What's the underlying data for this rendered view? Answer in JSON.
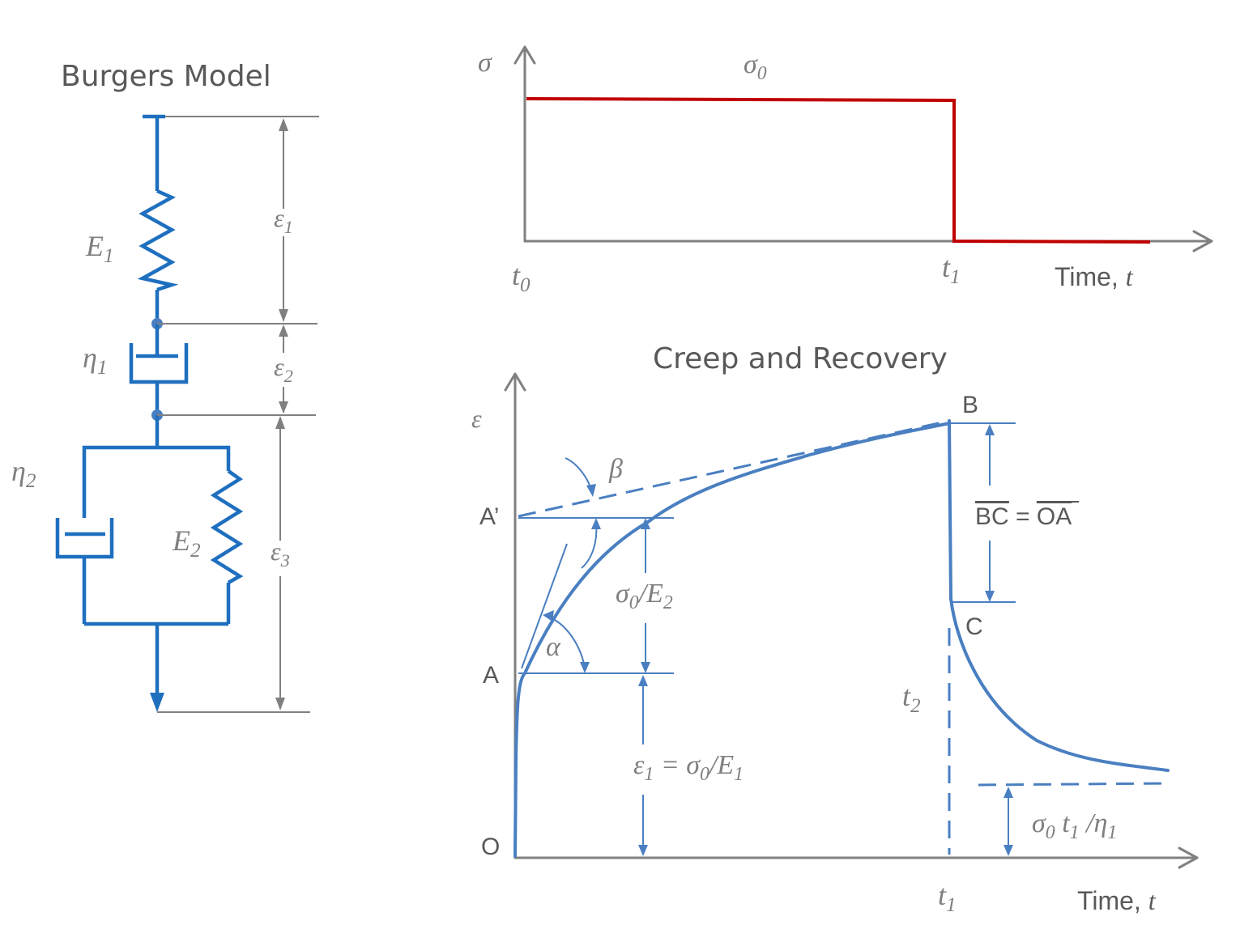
{
  "model": {
    "title": "Burgers Model",
    "E1": "E",
    "E1_sub": "1",
    "eta1": "η",
    "eta1_sub": "1",
    "eta2": "η",
    "eta2_sub": "2",
    "E2": "E",
    "E2_sub": "2",
    "eps1": "ε",
    "eps1_sub": "1",
    "eps2": "ε",
    "eps2_sub": "2",
    "eps3": "ε",
    "eps3_sub": "3"
  },
  "stress_plot": {
    "y_axis": "σ",
    "level": "σ",
    "level_sub": "0",
    "t0": "t",
    "t0_sub": "0",
    "t1": "t",
    "t1_sub": "1",
    "x_axis": "Time, ",
    "x_axis_var": "t"
  },
  "creep_plot": {
    "title": "Creep and Recovery",
    "y_axis": "ε",
    "point_O": "O",
    "point_A": "A",
    "point_A_prime": "A’",
    "point_B": "B",
    "point_C": "C",
    "beta": "β",
    "alpha": "α",
    "bc_oa_left": "BC",
    "bc_oa_eq": " = ",
    "bc_oa_right": "OA",
    "label_sigma0_E2": "σ",
    "label_sigma0_E2_sub0": "0",
    "label_sigma0_E2_mid": "/E",
    "label_sigma0_E2_sub2": "2",
    "label_eps1_a": "ε",
    "label_eps1_sub": "1",
    "label_eps1_b": " = σ",
    "label_eps1_sub0": "0",
    "label_eps1_c": "/E",
    "label_eps1_sub1": "1",
    "label_perm_a": "σ",
    "label_perm_sub0": "0",
    "label_perm_b": " t",
    "label_perm_sub1": "1",
    "label_perm_c": " /η",
    "label_perm_sub1b": "1",
    "t1": "t",
    "t1_sub": "1",
    "t2": "t",
    "t2_sub": "2",
    "x_axis": "Time, ",
    "x_axis_var": "t"
  },
  "colors": {
    "mechanism": "#1f6fbf",
    "curve": "#4a7fc1",
    "stress": "#c00000",
    "axis": "#808080",
    "text": "#595959"
  }
}
